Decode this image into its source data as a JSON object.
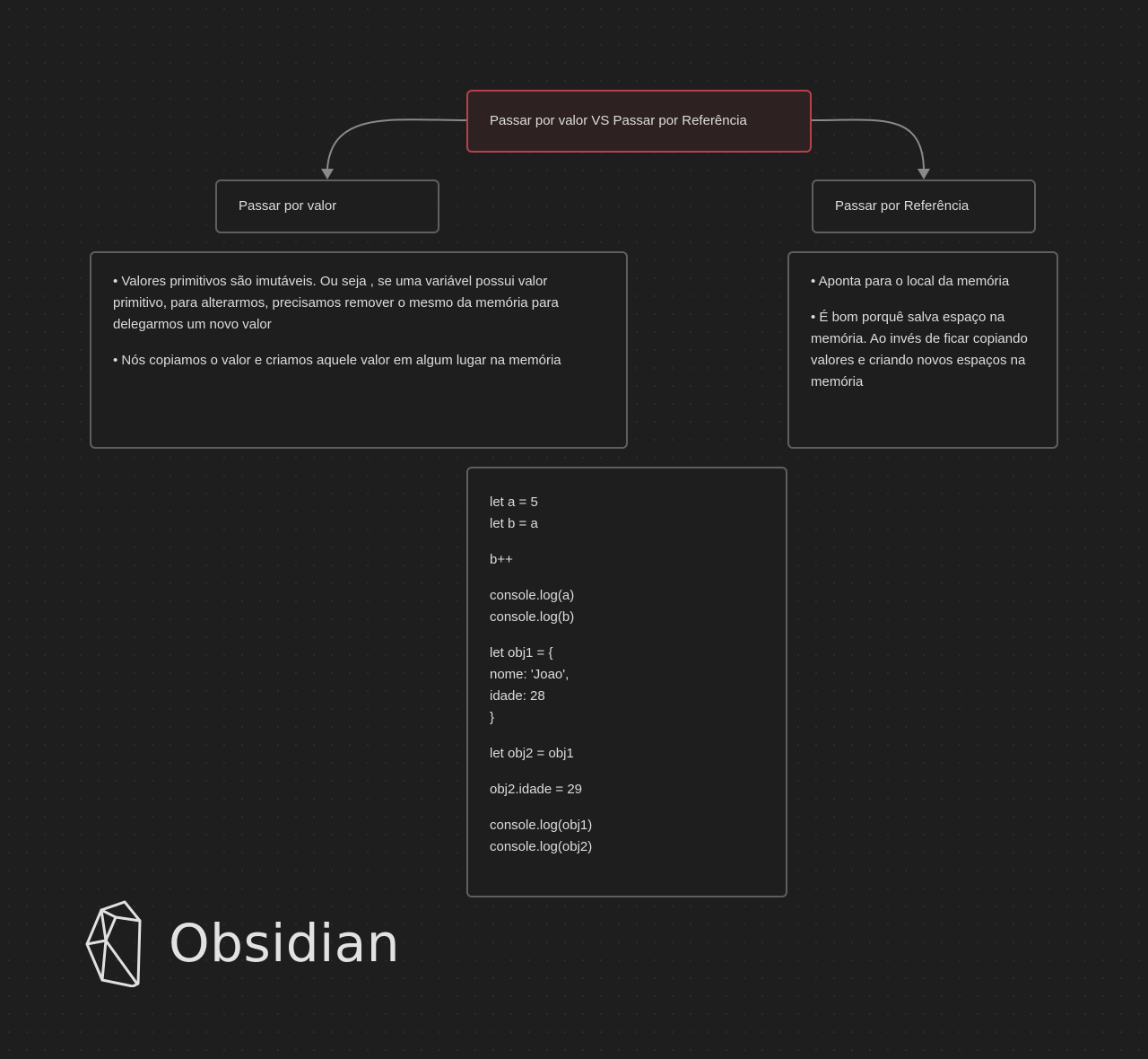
{
  "canvas": {
    "root": {
      "label": "Passar por valor VS Passar por Referência"
    },
    "value_node": {
      "label": "Passar por valor"
    },
    "reference_node": {
      "label": "Passar por Referência"
    },
    "value_notes": [
      "• Valores primitivos são imutáveis. Ou seja , se uma variável possui valor primitivo, para alterarmos, precisamos remover o mesmo da memória para delegarmos um novo valor",
      "• Nós copiamos o valor e criamos aquele valor em algum lugar na memória"
    ],
    "reference_notes": [
      "• Aponta para o local da memória",
      "• É bom porquê salva espaço na memória. Ao invés de ficar copiando valores e criando novos espaços na memória"
    ],
    "code_blocks": [
      [
        "let a = 5",
        "let b = a"
      ],
      [
        "b++"
      ],
      [
        "console.log(a)",
        "console.log(b)"
      ],
      [
        "let obj1 = {",
        "nome: 'Joao',",
        "idade: 28",
        "}"
      ],
      [
        "let obj2 = obj1"
      ],
      [
        "obj2.idade = 29"
      ],
      [
        "console.log(obj1)",
        "console.log(obj2)"
      ]
    ]
  },
  "watermark": {
    "brand": "Obsidian",
    "icon": "obsidian-crystal-icon"
  },
  "colors": {
    "background": "#1e1e1e",
    "node_border": "#5f5f5f",
    "root_border": "#b8404a",
    "root_fill": "#2e2122",
    "edge": "#8a8a8a"
  }
}
